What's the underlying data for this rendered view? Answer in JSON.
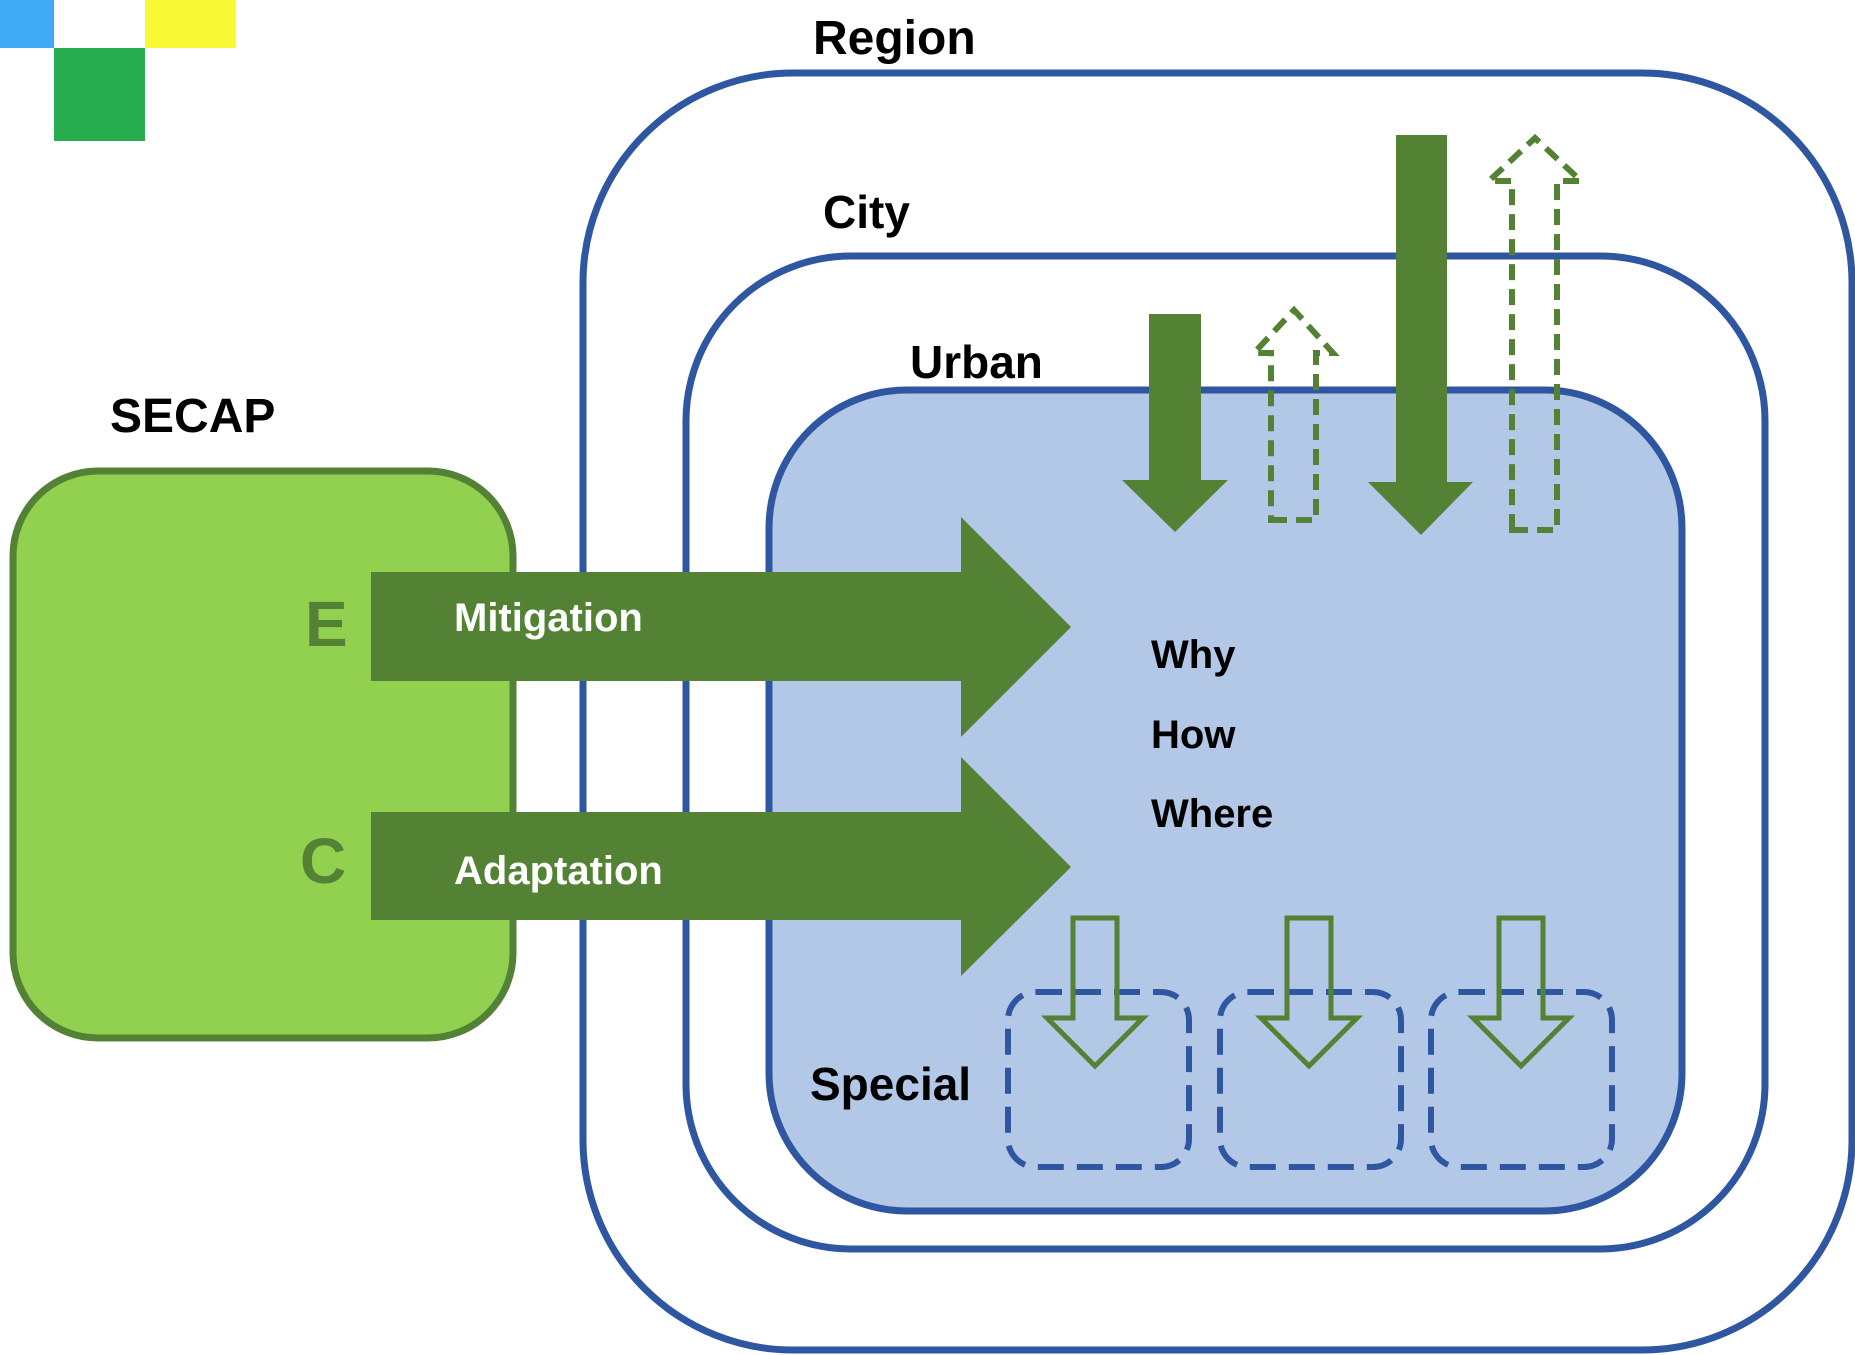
{
  "labels": {
    "region": "Region",
    "city": "City",
    "urban": "Urban",
    "secap": "SECAP",
    "e_letter": "E",
    "c_letter": "C",
    "mitigation": "Mitigation",
    "adaptation": "Adaptation",
    "why": "Why",
    "how": "How",
    "where": "Where",
    "special": "Special"
  },
  "colors": {
    "blue_border": "#2f56a0",
    "urban_fill": "#b3c7e6",
    "secap_fill": "#92d050",
    "secap_border": "#538135",
    "arrow_green": "#548235",
    "letter_green": "#548235",
    "logo_blue": "#3fa9f5",
    "logo_yellow": "#f8f837",
    "logo_green": "#27ae50",
    "text_dark": "#000000",
    "text_light": "#ffffff"
  }
}
